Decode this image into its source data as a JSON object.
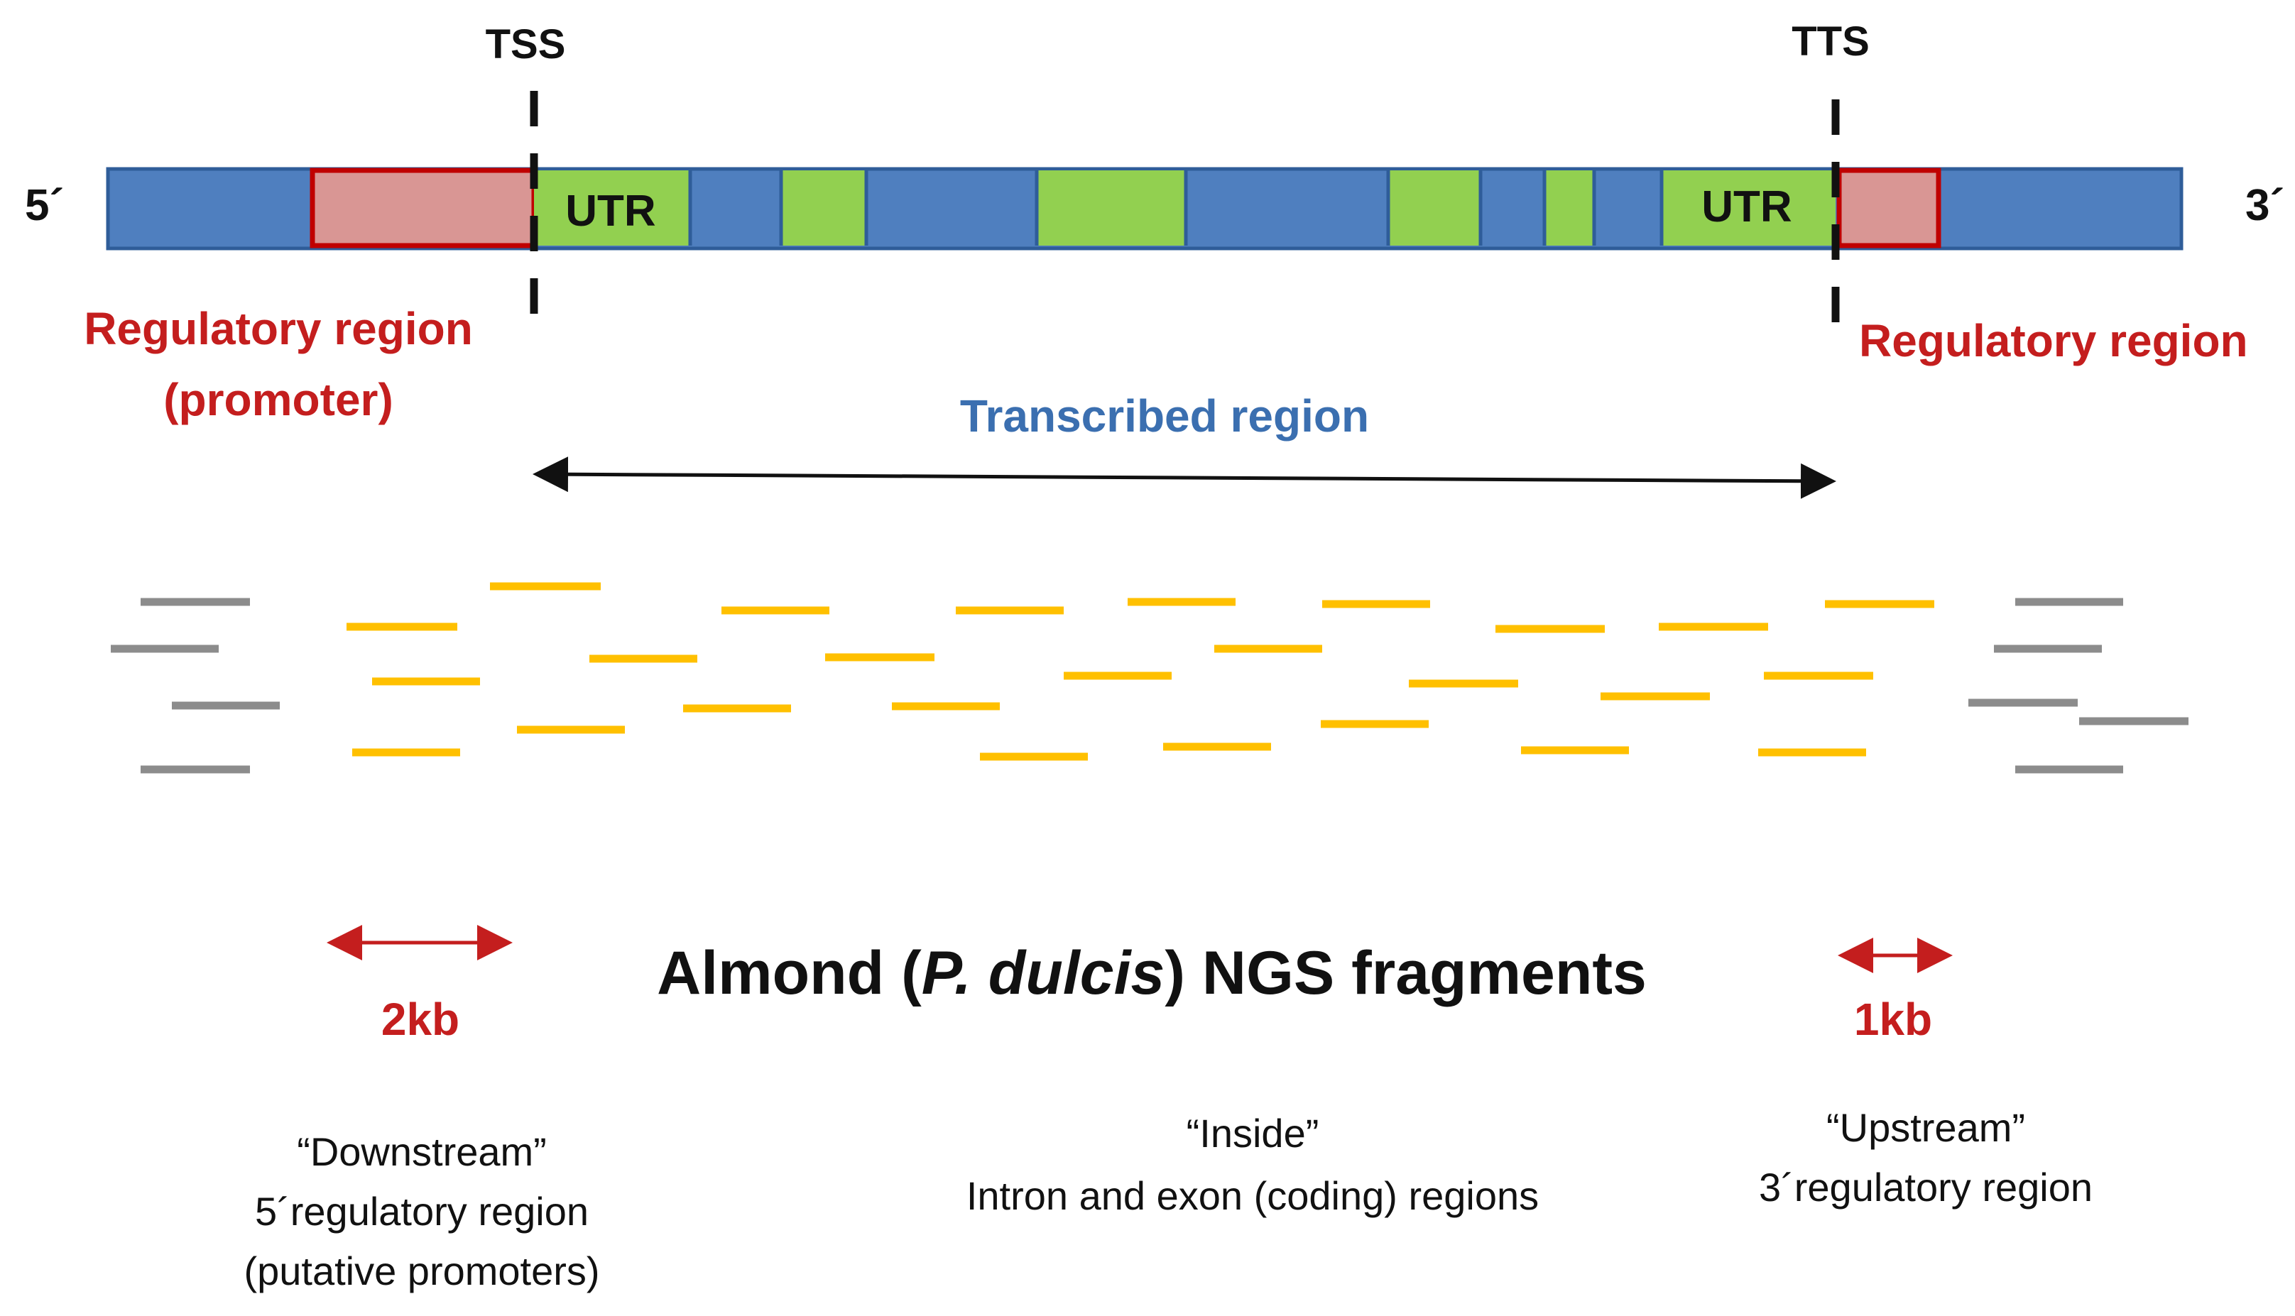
{
  "labels": {
    "five_prime": "5´",
    "three_prime": "3´",
    "tss": "TSS",
    "tts": "TTS",
    "utr_left": "UTR",
    "utr_right": "UTR",
    "regulatory_left_line1": "Regulatory region",
    "regulatory_left_line2": "(promoter)",
    "regulatory_right": "Regulatory region",
    "transcribed": "Transcribed region",
    "title_pre": "Almond (",
    "title_species": "P. dulcis",
    "title_post": ") NGS fragments",
    "scale_left": "2kb",
    "scale_right": "1kb",
    "desc_left_line1": "“Downstream”",
    "desc_left_line2": "5´regulatory region",
    "desc_left_line3": "(putative promoters)",
    "desc_mid_line1": "“Inside”",
    "desc_mid_line2": "Intron and exon (coding) regions",
    "desc_right_line1": "“Upstream”",
    "desc_right_line2": "3´regulatory region"
  },
  "colors": {
    "gene_blue": "#4f7fbf",
    "gene_blue_border": "#2f5d99",
    "exon_green": "#92d050",
    "regulatory_fill": "#d99694",
    "regulatory_border": "#c00000",
    "label_red": "#c41e1e",
    "label_blue": "#3b6fb0",
    "fragment_gold": "#ffc000",
    "fragment_gray": "#8c8c8c"
  }
}
